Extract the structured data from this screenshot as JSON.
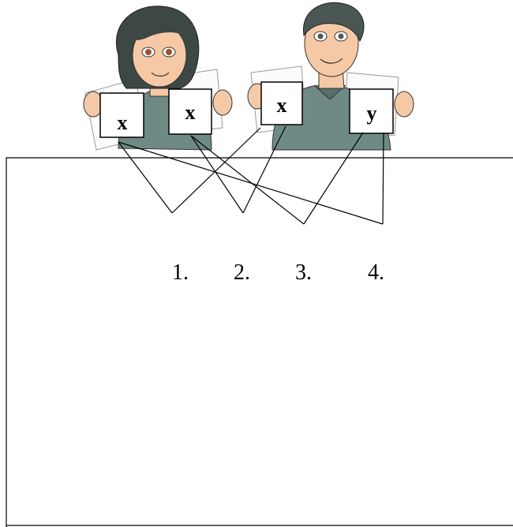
{
  "cards": [
    {
      "letter": "x"
    },
    {
      "letter": "x"
    },
    {
      "letter": "x"
    },
    {
      "letter": "y"
    }
  ],
  "numbers": [
    "1.",
    "2.",
    "3.",
    "4."
  ],
  "colors": {
    "line": "#000000",
    "shirt": "#6f8a84",
    "shirt_dark": "#55706b",
    "hair_woman": "#3d4744",
    "hair_man": "#4b5754",
    "skin": "#f6c9a6",
    "eye": "#a0522d",
    "card_bg": "#ffffff"
  }
}
